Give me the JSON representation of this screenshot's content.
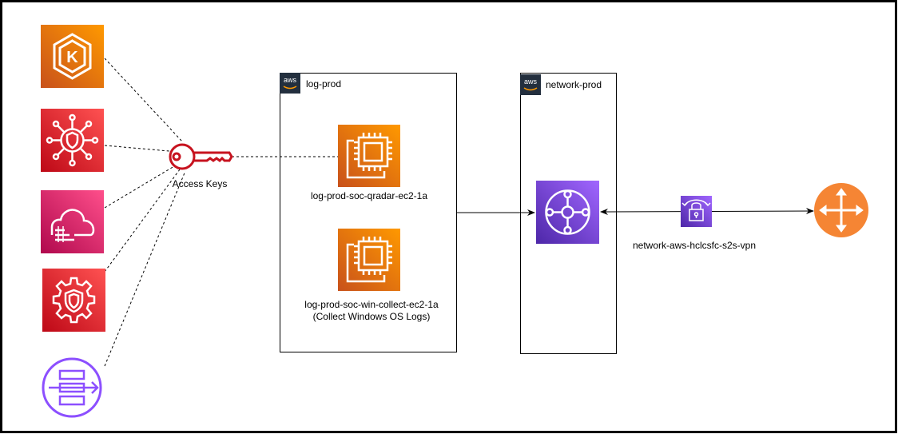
{
  "groups": {
    "log_prod": {
      "badge": "aws",
      "label": "log-prod"
    },
    "network_prod": {
      "badge": "aws",
      "label": "network-prod"
    }
  },
  "access_keys": {
    "label": "Access Keys"
  },
  "instances": {
    "qradar": {
      "label": "log-prod-soc-qradar-ec2-1a"
    },
    "win_collect": {
      "label": "log-prod-soc-win-collect-ec2-1a",
      "sublabel": "(Collect Windows OS Logs)"
    }
  },
  "vpn": {
    "label": "network-aws-hclcsfc-s2s-vpn"
  },
  "left_services": [
    {
      "icon": "eks-icon",
      "color": "#ED7100"
    },
    {
      "icon": "security-hub-icon",
      "color": "#DD344C"
    },
    {
      "icon": "cloudwatch-icon",
      "color": "#E7157B"
    },
    {
      "icon": "guardduty-icon",
      "color": "#DD344C"
    },
    {
      "icon": "kinesis-firehose-icon",
      "color": "#8C4FFF"
    }
  ],
  "colors": {
    "ec2": "#ED7100",
    "transit_gateway": "#8C4FFF",
    "key": "#C7131F",
    "router": "#F58534"
  }
}
